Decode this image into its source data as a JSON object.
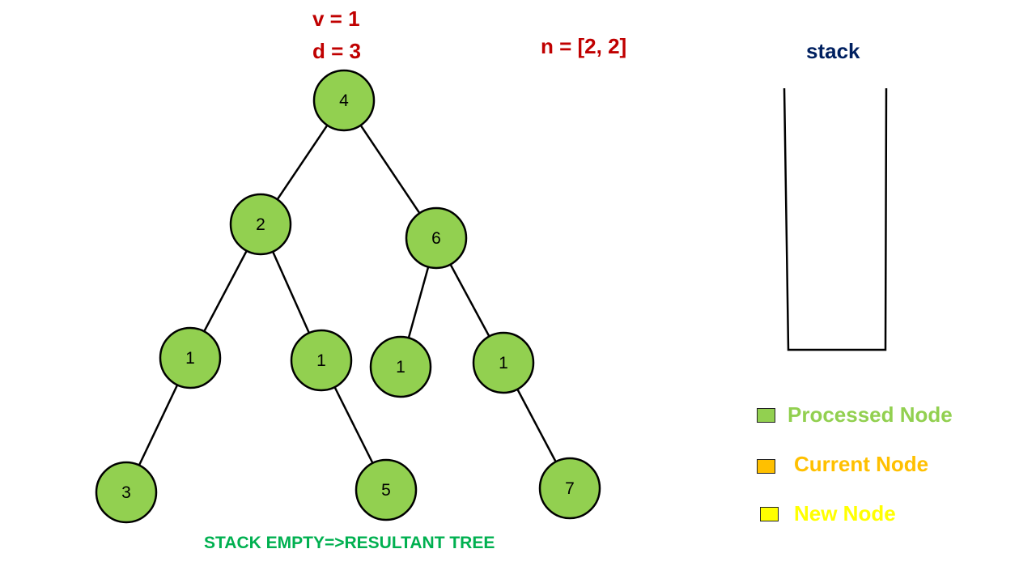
{
  "header": {
    "v_text": "v = 1",
    "d_text": "d = 3",
    "n_text": "n = [2, 2]"
  },
  "stack": {
    "title": "stack"
  },
  "tree": {
    "nodes": [
      {
        "id": "root",
        "label": "4"
      },
      {
        "id": "l",
        "label": "2"
      },
      {
        "id": "r",
        "label": "6"
      },
      {
        "id": "ll",
        "label": "1"
      },
      {
        "id": "lr",
        "label": "1"
      },
      {
        "id": "rl",
        "label": "1"
      },
      {
        "id": "rr",
        "label": "1"
      },
      {
        "id": "lll",
        "label": "3"
      },
      {
        "id": "lrr",
        "label": "5"
      },
      {
        "id": "rrr",
        "label": "7"
      }
    ],
    "edges": [
      [
        "root",
        "l"
      ],
      [
        "root",
        "r"
      ],
      [
        "l",
        "ll"
      ],
      [
        "l",
        "lr"
      ],
      [
        "r",
        "rl"
      ],
      [
        "r",
        "rr"
      ],
      [
        "ll",
        "lll"
      ],
      [
        "lr",
        "lrr"
      ],
      [
        "rr",
        "rrr"
      ]
    ]
  },
  "legend": [
    {
      "label": "Processed Node",
      "color": "#92d050",
      "text_color": "#92d050"
    },
    {
      "label": "Current Node",
      "color": "#ffc000",
      "text_color": "#ffc000"
    },
    {
      "label": "New Node",
      "color": "#ffff00",
      "text_color": "#ffff00"
    }
  ],
  "footer": {
    "text": "STACK EMPTY=>RESULTANT TREE"
  },
  "colors": {
    "node_fill": "#92d050",
    "node_stroke": "#000000"
  }
}
